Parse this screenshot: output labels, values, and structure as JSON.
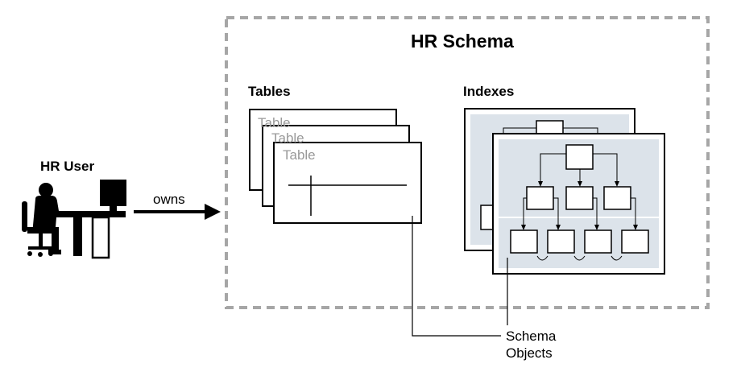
{
  "user": {
    "label": "HR User"
  },
  "relation": {
    "label": "owns"
  },
  "schema": {
    "title": "HR Schema"
  },
  "tables": {
    "label": "Tables",
    "item_labels": [
      "Table",
      "Table",
      "Table"
    ]
  },
  "indexes": {
    "label": "Indexes"
  },
  "callout": {
    "line1": "Schema",
    "line2": "Objects"
  },
  "colors": {
    "index_panel": "#dce3ea",
    "schema_border": "#a6a6a6",
    "table_label": "#999999"
  }
}
